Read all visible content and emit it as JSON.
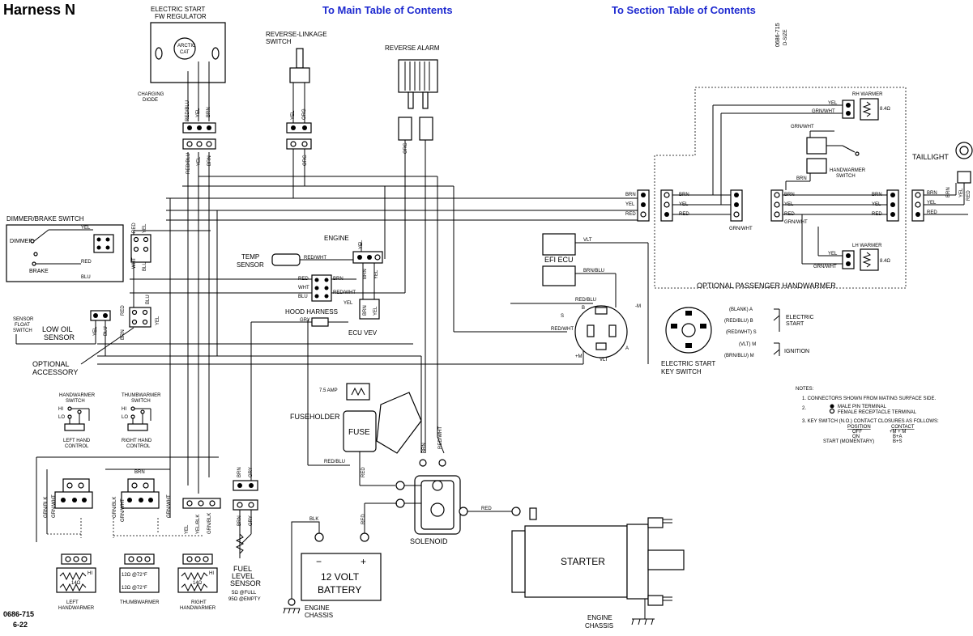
{
  "header": {
    "title": "Harness N",
    "main_toc_link": "To Main Table of Contents",
    "section_toc_link": "To Section Table of Contents"
  },
  "doc": {
    "side_number": "0686-715",
    "side_size": "D-SIZE",
    "footer_number": "0686-715",
    "footer_page": "6-22"
  },
  "components": {
    "regulator": [
      "ELECTRIC START",
      "FW REGULATOR"
    ],
    "regulator_badge": [
      "ARCTIC",
      "CAT"
    ],
    "charging_diode": [
      "CHARGING",
      "DIODE"
    ],
    "reverse_linkage": [
      "REVERSE-LINKAGE",
      "SWITCH"
    ],
    "reverse_alarm": "REVERSE ALARM",
    "dimmer_brake": "DIMMER/BRAKE SWITCH",
    "dimmer": "DIMMER",
    "brake": "BRAKE",
    "temp_sensor": [
      "TEMP",
      "SENSOR"
    ],
    "engine": "ENGINE",
    "hood_harness": "HOOD HARNESS",
    "ecu_vev": "ECU VEV",
    "efi_ecu": "EFI ECU",
    "sensor_float": [
      "SENSOR",
      "FLOAT",
      "SWITCH"
    ],
    "low_oil": [
      "LOW OIL",
      "SENSOR"
    ],
    "optional_accessory": [
      "OPTIONAL",
      "ACCESSORY"
    ],
    "fuse_amp": "7.5 AMP",
    "fuseholder": "FUSEHOLDER",
    "fuse": "FUSE",
    "solenoid": "SOLENOID",
    "battery": [
      "12 VOLT",
      "BATTERY"
    ],
    "battery_minus": "−",
    "battery_plus": "+",
    "starter": "STARTER",
    "engine_chassis": [
      "ENGINE",
      "CHASSIS"
    ],
    "fuel_level": [
      "FUEL",
      "LEVEL",
      "SENSOR",
      "5Ω @FULL",
      "95Ω @EMPTY"
    ],
    "handwarmer_switch": [
      "HANDWARMER",
      "SWITCH"
    ],
    "thumbwarmer_switch": [
      "THUMBWARMER",
      "SWITCH"
    ],
    "left_hand_control": [
      "LEFT HAND",
      "CONTROL"
    ],
    "right_hand_control": [
      "RIGHT HAND",
      "CONTROL"
    ],
    "left_handwarmer": [
      "LEFT",
      "HANDWARMER"
    ],
    "thumbwarmer": "THUMBWARMER",
    "right_handwarmer": [
      "RIGHT",
      "HANDWARMER"
    ],
    "hi": "HI",
    "lo": "LO",
    "res_14": "14Ω",
    "res_12": "12Ω @72°F",
    "key_switch": [
      "ELECTRIC START",
      "KEY SWITCH"
    ],
    "electric_start": [
      "ELECTRIC",
      "START"
    ],
    "ignition": "IGNITION",
    "key_terms": [
      "(BLANK) A",
      "(RED/BLU) B",
      "(RED/WHT) S",
      "(VLT) M",
      "(BRN/BLU) M"
    ],
    "rh_warmer": "RH WARMER",
    "lh_warmer": "LH WARMER",
    "res_84": "8.4Ω",
    "handwarmer_switch_opt": [
      "HANDWARMER",
      "SWITCH"
    ],
    "optional_passenger": "OPTIONAL PASSENGER HANDWARMER",
    "taillight": "TAILLIGHT"
  },
  "wires": {
    "red_blu": "RED/BLU",
    "yel": "YEL",
    "brn": "BRN",
    "org": "ORG",
    "red": "RED",
    "blu": "BLU",
    "red_wht": "RED/WHT",
    "wht": "WHT",
    "gry": "GRY",
    "vlt": "VLT",
    "brn_blu": "BRN/BLU",
    "blk": "BLK",
    "grn_wht": "GRN/WHT",
    "grn_blk": "GRN/BLK",
    "yel_blk": "YEL/BLK"
  },
  "notes": {
    "title": "NOTES:",
    "n1": "1.   CONNECTORS SHOWN FROM MATING SURFACE SIDE.",
    "n2": "2.",
    "n2a": "MALE PIN TERMINAL",
    "n2b": "FEMALE RECEPTACLE TERMINAL",
    "n3": "3.   KEY SWITCH (N.O.) CONTACT CLOSURES AS FOLLOWS:",
    "table_head": [
      "POSITION",
      "CONTACT"
    ],
    "rows": [
      [
        "OFF",
        "+M + M"
      ],
      [
        "ON",
        "B+A"
      ],
      [
        "START (MOMENTARY)",
        "B+S"
      ]
    ]
  }
}
